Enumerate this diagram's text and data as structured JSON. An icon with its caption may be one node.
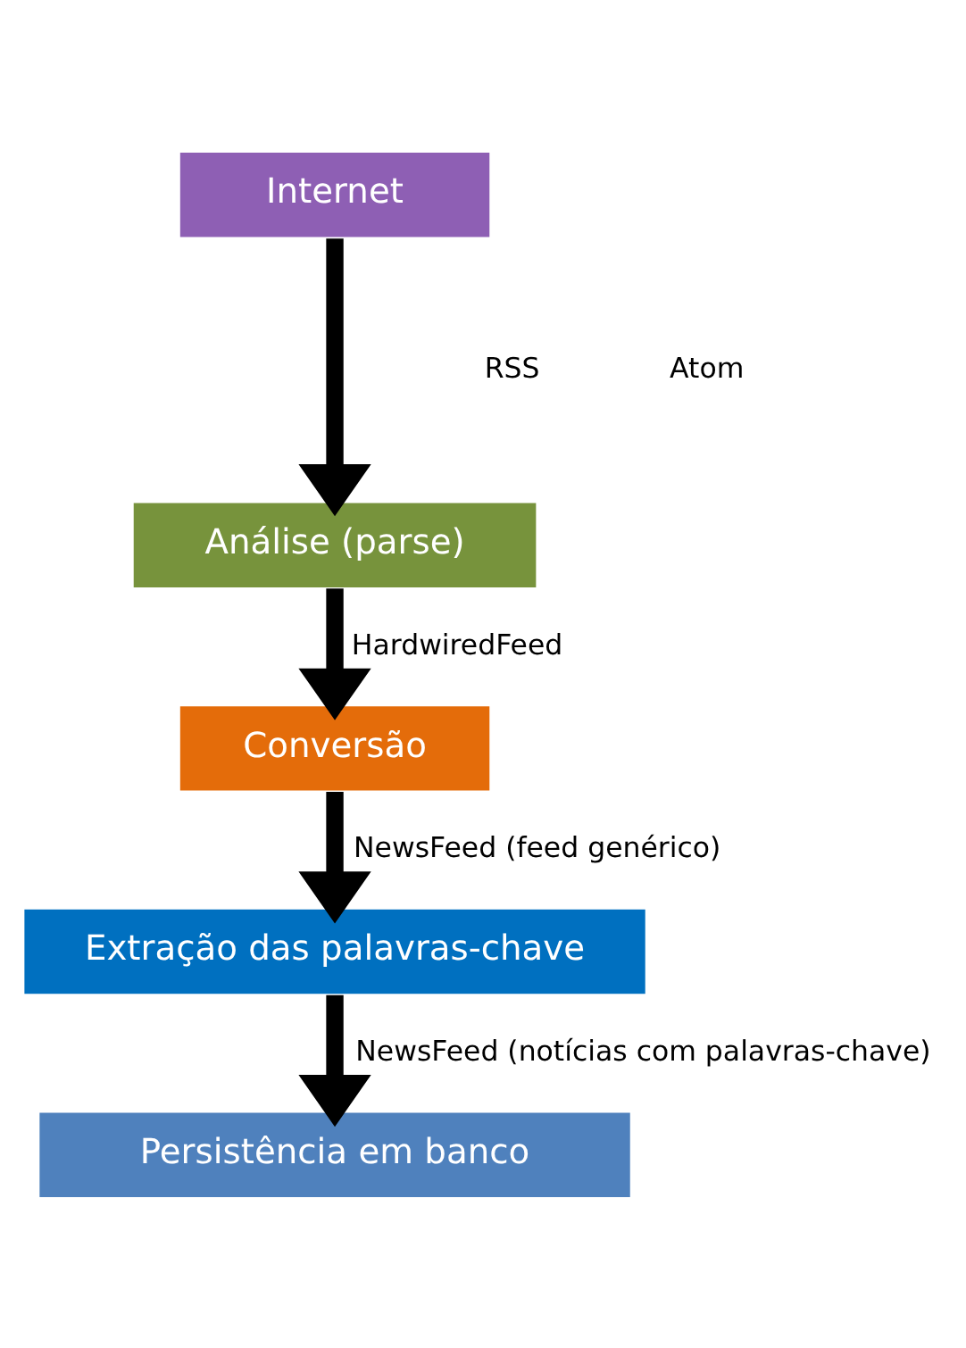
{
  "diagram": {
    "nodes": [
      {
        "text": [
          "Internet"
        ]
      },
      {
        "text": [
          "Análise (parse)"
        ]
      },
      {
        "text": [
          "Conversão"
        ]
      },
      {
        "text": [
          "Extração das palavras-chave"
        ]
      },
      {
        "text": [
          "Persistência em banco"
        ]
      }
    ],
    "edges": [
      {
        "from": 0,
        "to": 1,
        "arrow": "to"
      },
      {
        "from": 1,
        "to": 2,
        "arrow": "to",
        "label": "HardwiredFeed"
      },
      {
        "from": 2,
        "to": 3,
        "arrow": "to",
        "label": "NewsFeed (feed genérico)"
      },
      {
        "from": 3,
        "to": 4,
        "arrow": "to",
        "label": "NewsFeed (notícias com palavras-chave)"
      }
    ],
    "labels": [
      "RSS",
      "Atom"
    ]
  }
}
